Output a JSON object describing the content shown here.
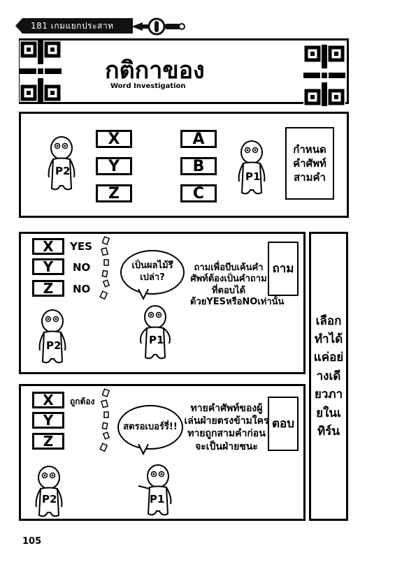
{
  "header": {
    "banner_text": "181 เกมแยกประสาท",
    "title_th": "กติกาของ",
    "title_en": "Word Investigation"
  },
  "panel_define": {
    "p2_letters": [
      "X",
      "Y",
      "Z"
    ],
    "p1_letters": [
      "A",
      "B",
      "C"
    ],
    "label": "กำหนดคำศัพท์สามคำ",
    "p1_tag": "P1",
    "p2_tag": "P2"
  },
  "panel_ask": {
    "letters": [
      "X",
      "Y",
      "Z"
    ],
    "answers": [
      "YES",
      "NO",
      "NO"
    ],
    "speech": "เป็นผลไม้รึเปล่า?",
    "note": "ถามเพื่อบีบเค้นคำศัพท์ต้องเป็นคำถามที่ตอบได้ด้วยYESหรือNOเท่านั้น",
    "label": "ถาม",
    "p1_tag": "P1",
    "p2_tag": "P2"
  },
  "panel_answer": {
    "letters": [
      "X",
      "Y",
      "Z"
    ],
    "answer_first": "ถูกต้อง",
    "speech": "สตรอเบอร์รี่!!",
    "note": "ทายคำศัพท์ของผู้เล่นฝ่ายตรงข้ามใครทายถูกสามคำก่อนจะเป็นฝ่ายชนะ",
    "label": "ตอบ",
    "p1_tag": "P1",
    "p2_tag": "P2"
  },
  "side_note": "เลือกทำได้แค่อย่างเดียวภายในเทิร์น",
  "page_number": "105"
}
